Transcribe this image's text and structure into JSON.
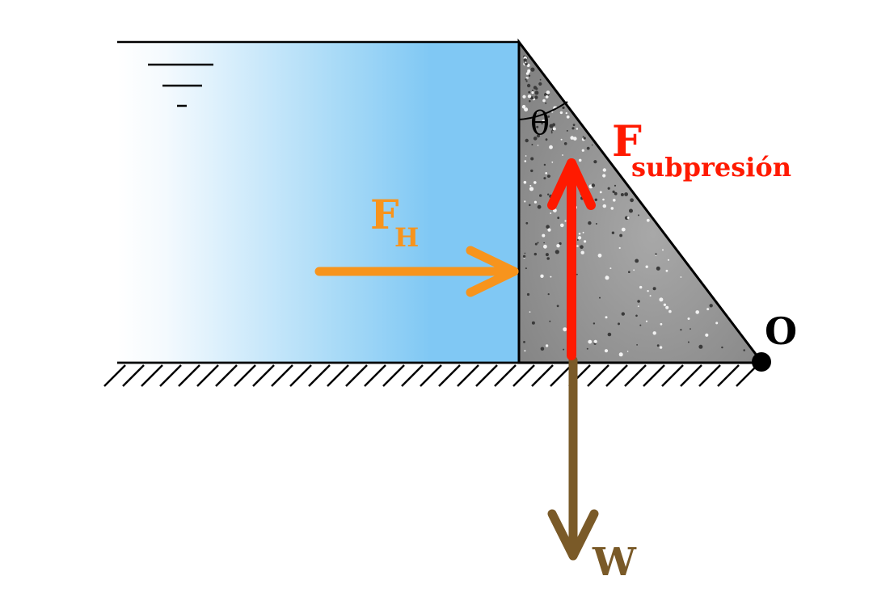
{
  "labels": {
    "theta": "θ",
    "fh_main": "F",
    "fh_sub": "H",
    "fup_main": "F",
    "fup_sub": "subpresión",
    "pivot": "O",
    "weight": "W"
  },
  "colors": {
    "water_gradient_start": "#ffffff",
    "water_gradient_end": "#80c8f4",
    "concrete": "#9a9a9a",
    "hydrostatic_force": "#f7941d",
    "uplift_force": "#ff1a00",
    "weight_force": "#7a5a28",
    "outline": "#000000"
  },
  "icons": {
    "water_surface": "water-surface-symbol-icon",
    "pivot": "pivot-point-icon"
  }
}
